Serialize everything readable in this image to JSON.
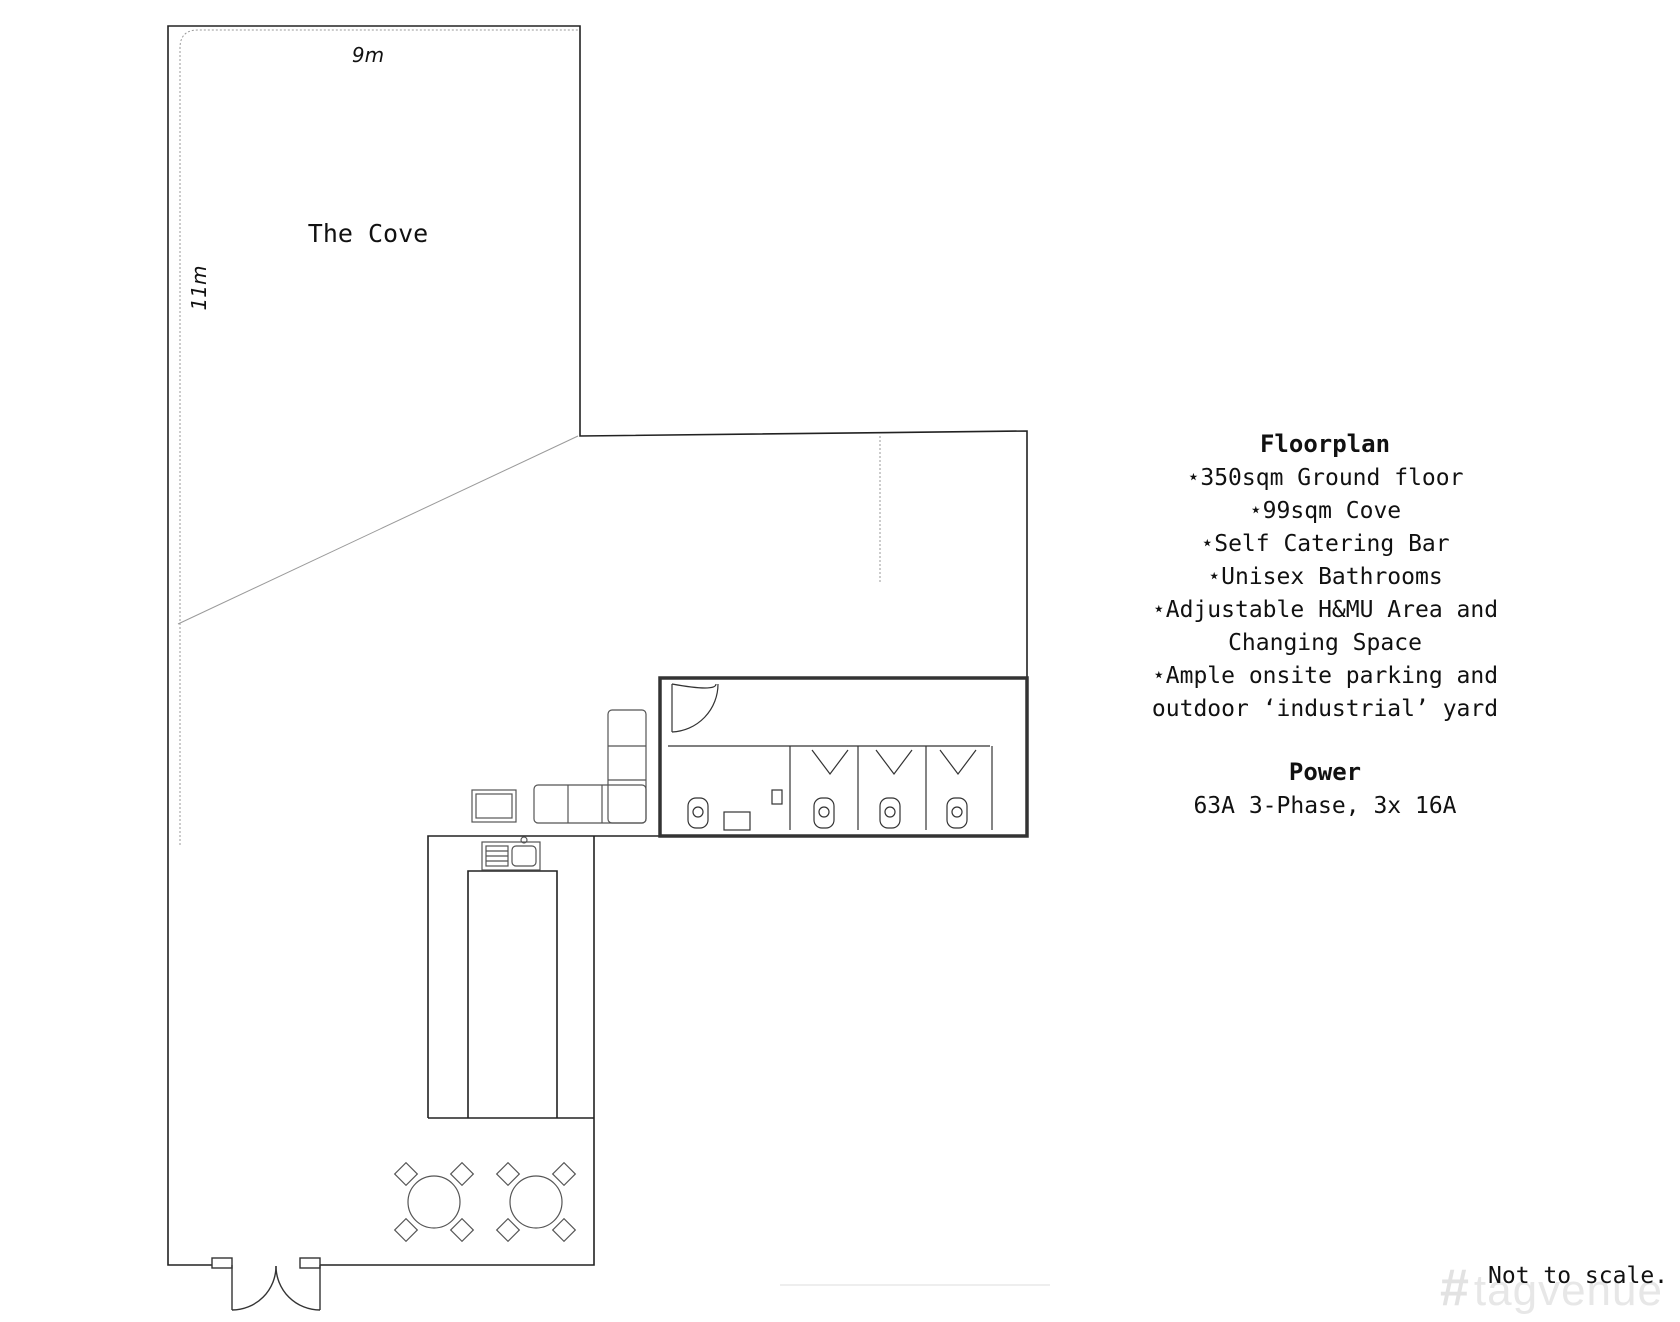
{
  "plan": {
    "cove_label": "The Cove",
    "width_dim": "9m",
    "depth_dim": "11m"
  },
  "legend": {
    "floorplan_heading": "Floorplan",
    "features": [
      "⋆350sqm Ground floor",
      "⋆99sqm Cove",
      "⋆Self Catering Bar",
      "⋆Unisex Bathrooms",
      "⋆Adjustable H&MU Area and",
      "Changing Space",
      "⋆Ample onsite parking and",
      "outdoor ‘industrial’ yard"
    ],
    "power_heading": "Power",
    "power_value": "63A 3-Phase, 3x 16A"
  },
  "footer": {
    "scale_note": "Not to scale.",
    "watermark": "tagvenue"
  },
  "colors": {
    "wall": "#222222",
    "thin_line": "#9a9a9a",
    "text": "#111111",
    "watermark": "#e7e7e7"
  }
}
